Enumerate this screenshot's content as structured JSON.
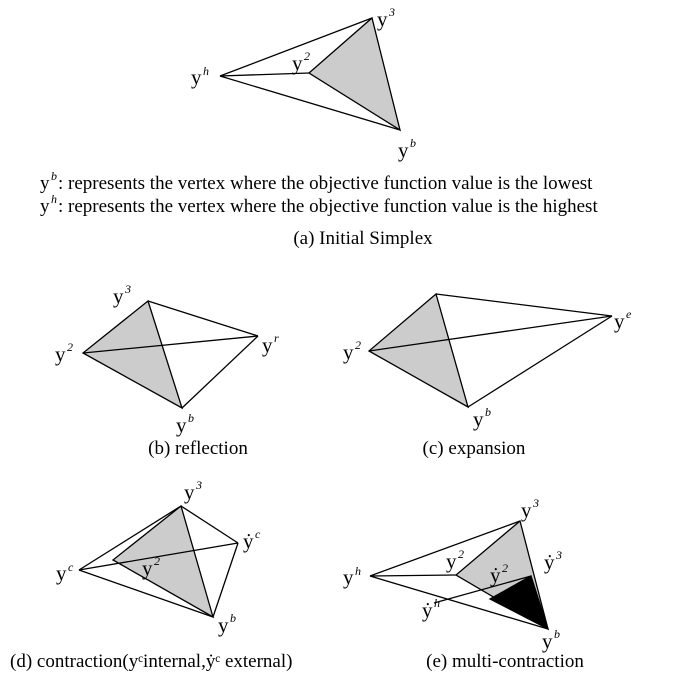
{
  "colors": {
    "shaded": "#cccccc",
    "dark": "#000000",
    "line": "#000000"
  },
  "panel_a": {
    "caption": "(a) Initial Simplex",
    "labels": {
      "y3": "y",
      "y3_sup": "3",
      "y2": "y",
      "y2_sup": "2",
      "yh": "y",
      "yh_sup": "h",
      "yb": "y",
      "yb_sup": "b"
    },
    "note_b_sym": "y",
    "note_b_sup": "b",
    "note_b_text": ": represents the vertex where the objective function value is the lowest",
    "note_h_sym": "y",
    "note_h_sup": "h",
    "note_h_text": ": represents the vertex where the objective function value is the highest"
  },
  "panel_b": {
    "caption": "(b) reflection",
    "labels": {
      "y3": "y",
      "y3_sup": "3",
      "y2": "y",
      "y2_sup": "2",
      "yr": "y",
      "yr_sup": "r",
      "yb": "y",
      "yb_sup": "b"
    }
  },
  "panel_c": {
    "caption": "(c) expansion",
    "labels": {
      "y2": "y",
      "y2_sup": "2",
      "ye": "y",
      "ye_sup": "e",
      "yb": "y",
      "yb_sup": "b"
    }
  },
  "panel_d": {
    "caption": "(d) contraction(yᶜinternal,ẏᶜ external)",
    "labels": {
      "y3": "y",
      "y3_sup": "3",
      "y2": "y",
      "y2_sup": "2",
      "yc": "y",
      "yc_sup": "c",
      "ycp": "ẏ",
      "ycp_sup": "c",
      "yb": "y",
      "yb_sup": "b"
    }
  },
  "panel_e": {
    "caption": "(e) multi-contraction",
    "labels": {
      "yh": "y",
      "yh_sup": "h",
      "y2": "y",
      "y2_sup": "2",
      "y3": "y",
      "y3_sup": "3",
      "y2p": "ẏ",
      "y2p_sup": "2",
      "y3p": "ẏ",
      "y3p_sup": "3",
      "yhp": "ẏ",
      "yhp_sup": "h",
      "yb": "y",
      "yb_sup": "b"
    }
  }
}
